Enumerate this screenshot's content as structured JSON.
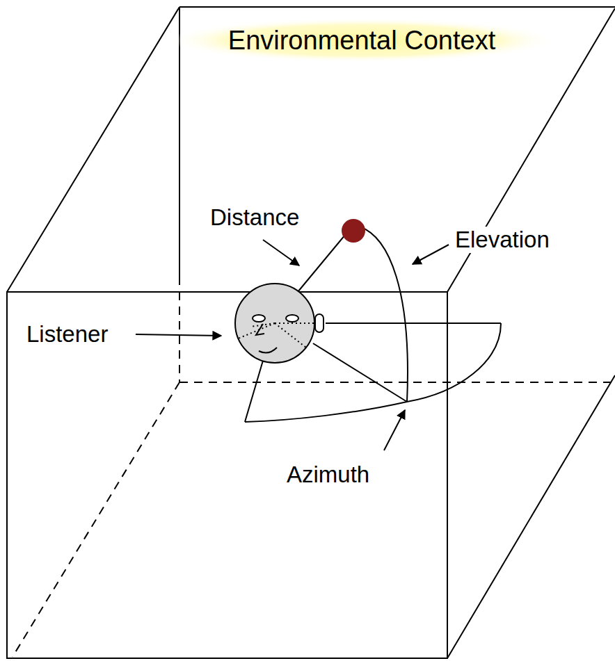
{
  "diagram": {
    "nodes": [
      {
        "text": [
          "Environmental Context"
        ]
      }
    ],
    "labels": [
      "Distance",
      "Elevation",
      "Listener",
      "Azimuth"
    ]
  }
}
